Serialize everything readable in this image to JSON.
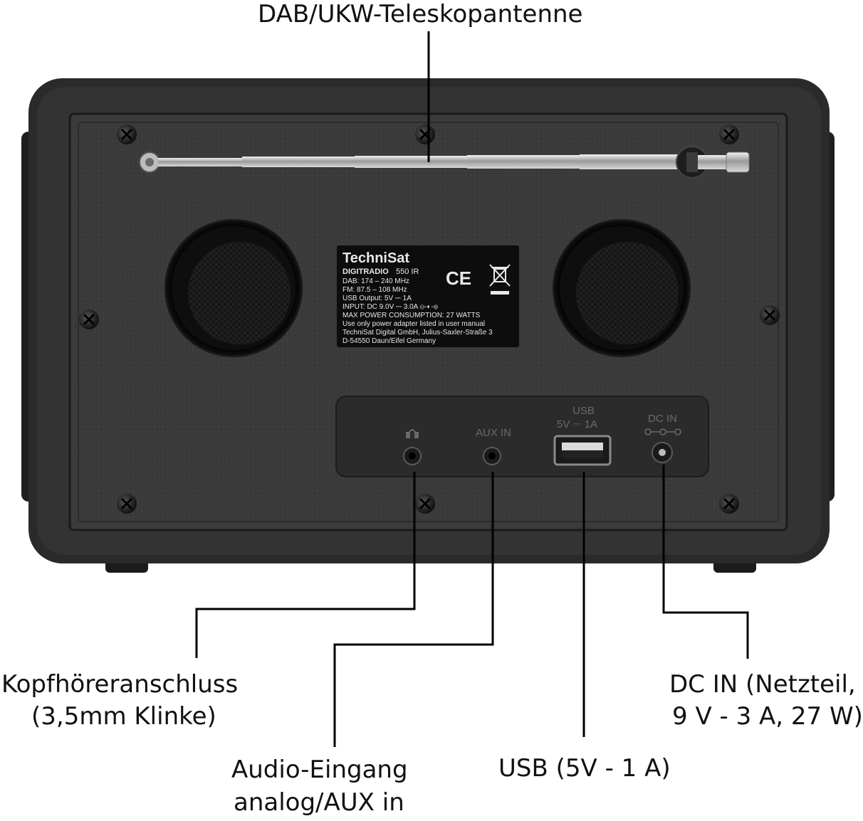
{
  "callouts": {
    "antenna": "DAB/UKW-Teleskopantenne",
    "headphone": [
      "Kopfhöreranschluss",
      "(3,5mm Klinke)"
    ],
    "aux": [
      "Audio-Eingang",
      "analog/AUX in"
    ],
    "usb": "USB (5V - 1 A)",
    "dc": [
      "DC IN (Netzteil,",
      "9 V - 3 A, 27 W)"
    ]
  },
  "rating_label": {
    "brand": "TechniSat",
    "model": "DIGITRADIO",
    "model_suffix": "550 IR",
    "lines": [
      "DAB: 174 – 240 MHz",
      "FM: 87.5 – 108 MHz",
      "USB Output: 5V ⎓ 1A",
      "INPUT: DC 9.0V ⎓ 3.0A ⊖-◐-⊕",
      "MAX POWER CONSUMPTION: 27 WATTS",
      "Use only power adapter listed in user manual",
      "TechniSat Digital GmbH, Julius-Saxler-Straße 3",
      "D-54550 Daun/Eifel Germany"
    ],
    "ce_mark": "CE",
    "weee_icon": "crossed-bin-icon"
  },
  "port_panel": {
    "headphone_icon": "headphone-icon",
    "aux_label": "AUX IN",
    "usb_label_1": "USB",
    "usb_label_2": "5V ⎓ 1A",
    "dc_label": "DC IN",
    "dc_polarity_icon": "polarity-icon"
  },
  "colors": {
    "housing": "#2a2a2a",
    "back_panel": "#383838",
    "rating_label_bg": "#0d0d0d",
    "leader_line": "#000000"
  }
}
